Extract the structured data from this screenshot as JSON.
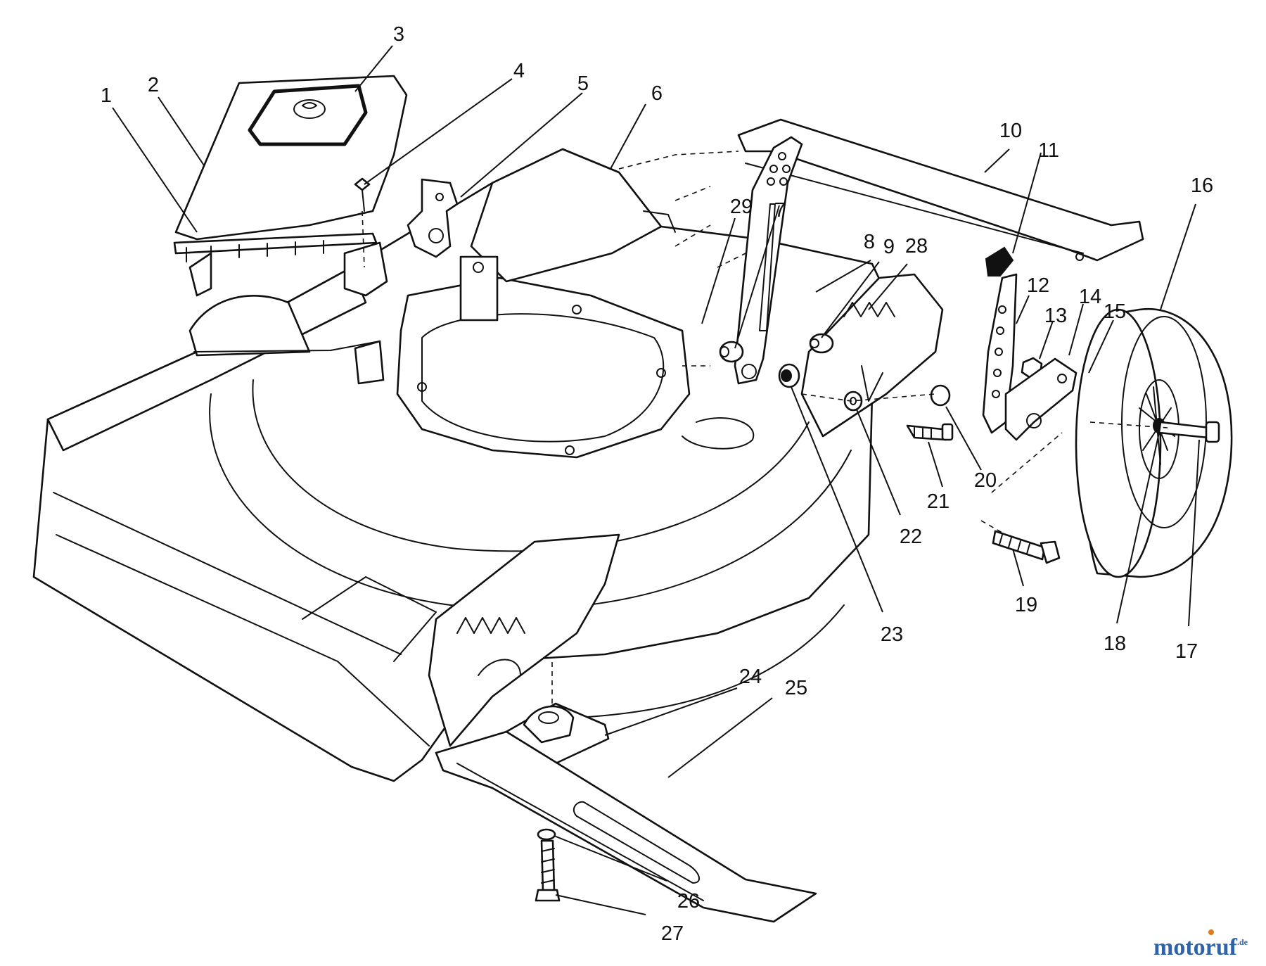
{
  "callouts": [
    {
      "label": "1"
    },
    {
      "label": "2"
    },
    {
      "label": "3"
    },
    {
      "label": "4"
    },
    {
      "label": "5"
    },
    {
      "label": "6"
    },
    {
      "label": "7"
    },
    {
      "label": "8"
    },
    {
      "label": "9"
    },
    {
      "label": "10"
    },
    {
      "label": "11"
    },
    {
      "label": "12"
    },
    {
      "label": "13"
    },
    {
      "label": "14"
    },
    {
      "label": "15"
    },
    {
      "label": "16"
    },
    {
      "label": "17"
    },
    {
      "label": "18"
    },
    {
      "label": "19"
    },
    {
      "label": "20"
    },
    {
      "label": "21"
    },
    {
      "label": "22"
    },
    {
      "label": "23"
    },
    {
      "label": "24"
    },
    {
      "label": "25"
    },
    {
      "label": "26"
    },
    {
      "label": "27"
    },
    {
      "label": "28"
    },
    {
      "label": "29"
    }
  ],
  "watermark": {
    "text_main": "motoruf",
    "text_suffix": ".de",
    "colors": {
      "primary": "#2f63a8",
      "accent": "#e07b1a"
    }
  }
}
